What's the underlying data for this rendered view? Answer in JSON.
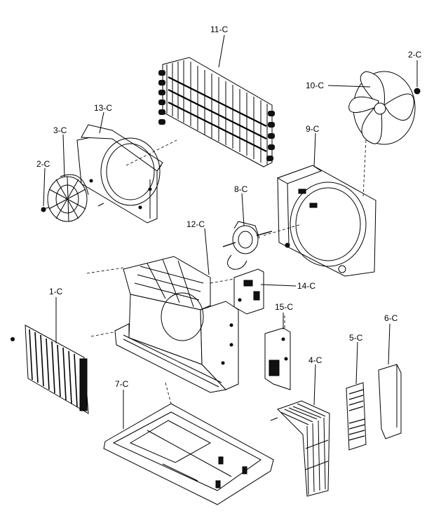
{
  "parts": [
    {
      "id": "label-1c",
      "label": "1-C"
    },
    {
      "id": "label-2c-left",
      "label": "2-C"
    },
    {
      "id": "label-2c-right",
      "label": "2-C"
    },
    {
      "id": "label-3c",
      "label": "3-C"
    },
    {
      "id": "label-4c",
      "label": "4-C"
    },
    {
      "id": "label-5c",
      "label": "5-C"
    },
    {
      "id": "label-6c",
      "label": "6-C"
    },
    {
      "id": "label-7c",
      "label": "7-C"
    },
    {
      "id": "label-8c",
      "label": "8-C"
    },
    {
      "id": "label-9c",
      "label": "9-C"
    },
    {
      "id": "label-10c",
      "label": "10-C"
    },
    {
      "id": "label-11c",
      "label": "11-C"
    },
    {
      "id": "label-12c",
      "label": "12-C"
    },
    {
      "id": "label-13c",
      "label": "13-C"
    },
    {
      "id": "label-14c",
      "label": "14-C"
    },
    {
      "id": "label-15c",
      "label": "15-C"
    }
  ]
}
